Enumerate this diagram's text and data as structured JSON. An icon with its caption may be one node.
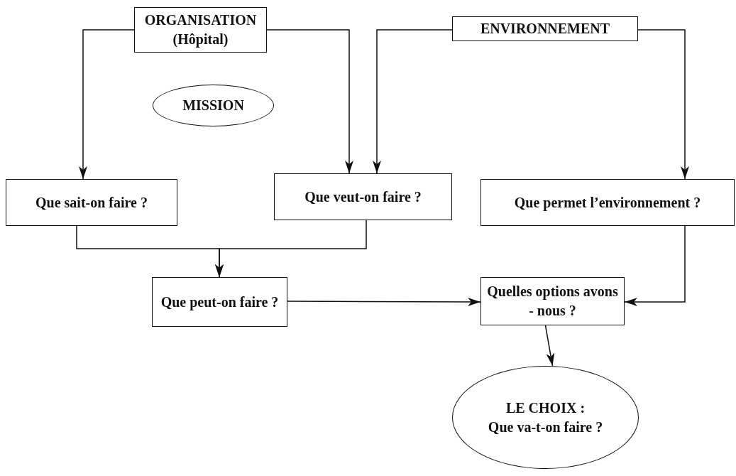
{
  "diagram": {
    "nodes": [
      {
        "text": [
          "ORGANISATION (Hôpital)"
        ]
      },
      {
        "text": [
          "ENVIRONNEMENT"
        ]
      },
      {
        "text": [
          "MISSION"
        ]
      },
      {
        "text": [
          "Que sait-on faire ?"
        ]
      },
      {
        "text": [
          "Que veut-on faire ?"
        ]
      },
      {
        "text": [
          "Que permet l’environnement ?"
        ]
      },
      {
        "text": [
          "Que peut-on faire ?"
        ]
      },
      {
        "text": [
          "Quelles options avons - nous ?"
        ]
      },
      {
        "text": [
          "LE CHOIX :",
          "Que va-t-on faire ?"
        ]
      }
    ],
    "edges": [
      {
        "from": 0,
        "to": 3,
        "arrow": "to"
      },
      {
        "from": 0,
        "to": 4,
        "arrow": "to"
      },
      {
        "from": 1,
        "to": 4,
        "arrow": "to"
      },
      {
        "from": 1,
        "to": 5,
        "arrow": "to"
      },
      {
        "from": 3,
        "to": 6,
        "arrow": "to"
      },
      {
        "from": 4,
        "to": 6,
        "arrow": "to"
      },
      {
        "from": 6,
        "to": 7,
        "arrow": "to"
      },
      {
        "from": 5,
        "to": 7,
        "arrow": "to"
      },
      {
        "from": 7,
        "to": 8,
        "arrow": "to"
      }
    ]
  }
}
